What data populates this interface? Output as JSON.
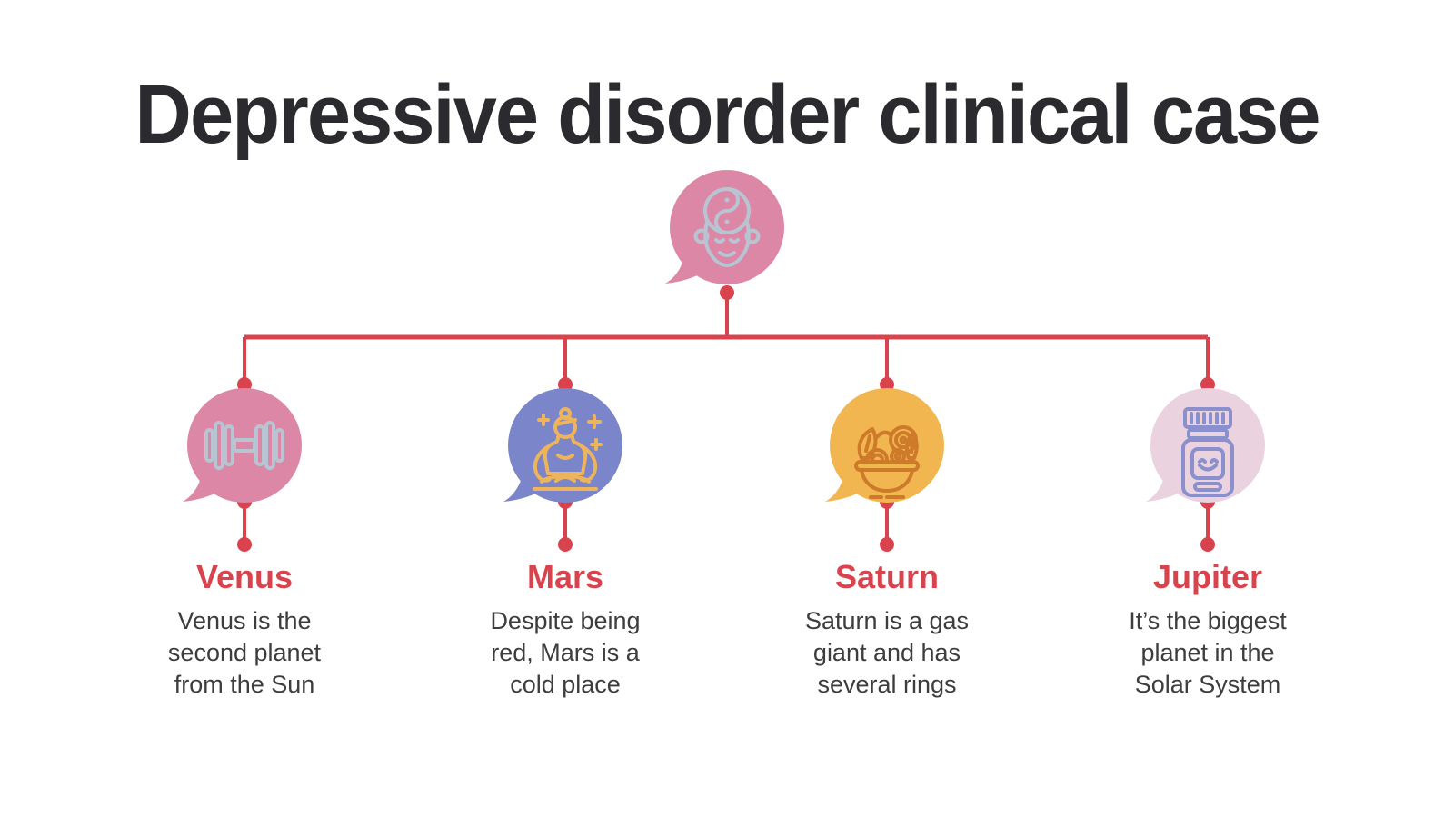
{
  "title": "Depressive disorder clinical case",
  "colors": {
    "background": "#ffffff",
    "title_text": "#2b2a2e",
    "body_text": "#3d3d3d",
    "accent_red": "#d8434d"
  },
  "root_node": {
    "icon": "mind-yinyang-icon",
    "bubble_color": "#dd87a6",
    "icon_color": "#b7c5d3"
  },
  "nodes": [
    {
      "heading": "Venus",
      "description": "Venus is the\nsecond planet\nfrom the Sun",
      "bubble_color": "#dd87a6",
      "icon": "dumbbell-icon",
      "icon_color": "#b7c5d3"
    },
    {
      "heading": "Mars",
      "description": "Despite being\nred, Mars is a\ncold place",
      "bubble_color": "#7b85c9",
      "icon": "meditation-icon",
      "icon_color": "#edb45c"
    },
    {
      "heading": "Saturn",
      "description": "Saturn is a gas\ngiant and has\nseveral rings",
      "bubble_color": "#f1b64f",
      "icon": "salad-bowl-icon",
      "icon_color": "#cd7a2a"
    },
    {
      "heading": "Jupiter",
      "description": "It’s the biggest\nplanet in the\nSolar System",
      "bubble_color": "#ead2de",
      "icon": "pill-bottle-icon",
      "icon_color": "#8a8fce"
    }
  ]
}
